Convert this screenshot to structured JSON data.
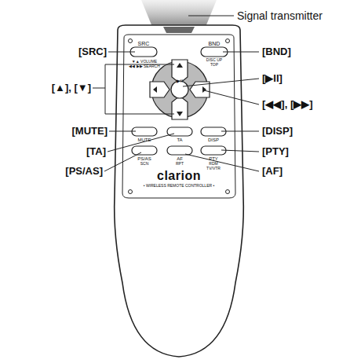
{
  "diagram": {
    "labels": [
      "Signal transmitter",
      "[SRC]",
      "[BND]",
      "[▲], [▼]",
      "[▶II]",
      "[◀◀], [▶▶]",
      "[MUTE]",
      "[TA]",
      "[DISP]",
      "[PS/AS]",
      "[PTY]",
      "[AF]",
      "SRC",
      "BND",
      "DISC UP",
      "TOP",
      "▼▲ VOLUME",
      "◀◀ ▶▶ SEARCH",
      "▶II",
      "MUTE",
      "TA",
      "DISP",
      "PS/AS",
      "SCN",
      "AF",
      "RPT",
      "PTY",
      "RDM",
      "TV/VTR",
      "clarion",
      "• WIRELESS REMOTE CONTROLLER •"
    ]
  }
}
